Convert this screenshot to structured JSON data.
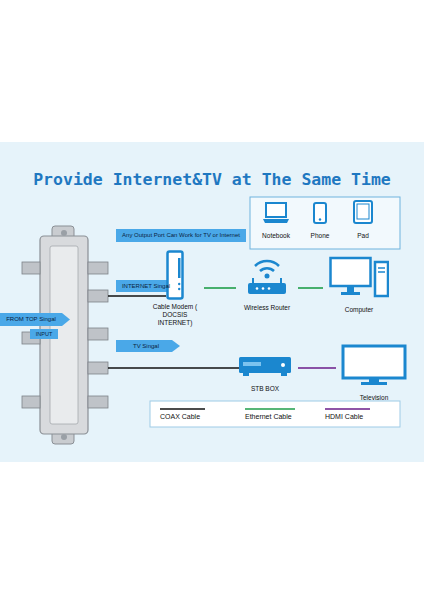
{
  "diagram": {
    "title": "Provide Internet&TV at The Same Time",
    "nodes": [
      {
        "text": [
          "Notebook"
        ]
      },
      {
        "text": [
          "Phone"
        ]
      },
      {
        "text": [
          "Pad"
        ]
      },
      {
        "text": [
          "Cable Modem ( DOCSIS INTERNET)"
        ]
      },
      {
        "text": [
          "Wireless Router"
        ]
      },
      {
        "text": [
          "Computer"
        ]
      },
      {
        "text": [
          "STB BOX"
        ]
      },
      {
        "text": [
          "Television"
        ]
      }
    ],
    "edges": [
      {
        "from": 3,
        "to": 4,
        "arrow": "none"
      },
      {
        "from": 4,
        "to": 5,
        "arrow": "none"
      },
      {
        "from": 6,
        "to": 7,
        "arrow": "none"
      }
    ],
    "labels": [
      "Any Output Port Can Work for TV or Internet",
      "FROM TOP Singal",
      "INPUT",
      "INTERNET Singal",
      "TV Singal"
    ],
    "legend": [
      {
        "text": "COAX Cable"
      },
      {
        "text": "Ethernet Cable"
      },
      {
        "text": "HDMI Cable"
      }
    ]
  }
}
